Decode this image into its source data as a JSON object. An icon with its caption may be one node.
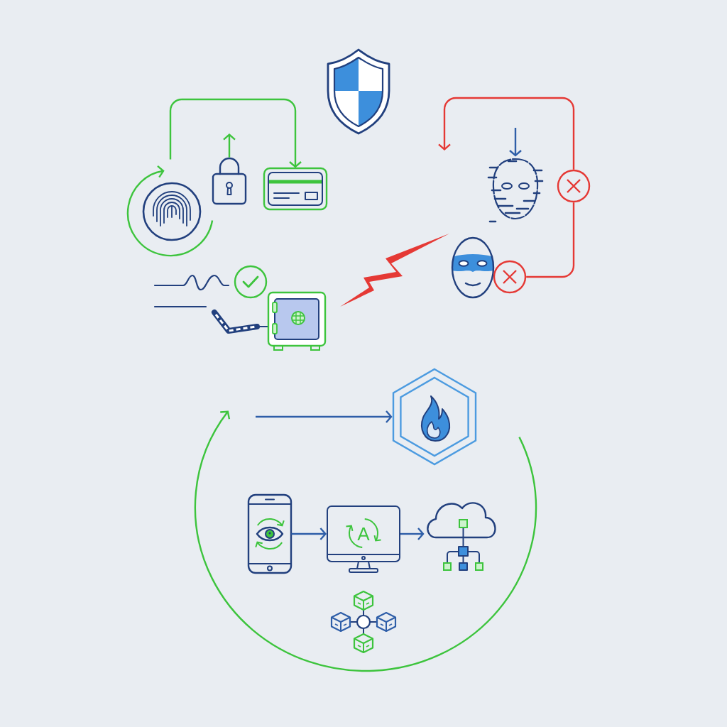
{
  "diagram": {
    "nodes": [
      {
        "text": [],
        "shape": "picture"
      },
      {
        "text": [],
        "shape": "picture"
      },
      {
        "text": [],
        "shape": "picture"
      },
      {
        "text": [],
        "shape": "picture"
      },
      {
        "text": [],
        "shape": "picture"
      },
      {
        "text": [],
        "shape": "circle"
      },
      {
        "text": [],
        "shape": "picture"
      },
      {
        "text": [],
        "shape": "circle"
      },
      {
        "text": [],
        "shape": "picture"
      },
      {
        "text": [],
        "shape": "picture"
      },
      {
        "text": [],
        "shape": "circle"
      },
      {
        "text": [],
        "shape": "picture"
      },
      {
        "text": [],
        "shape": "picture"
      },
      {
        "text": [
          "A"
        ]
      },
      {
        "text": [],
        "shape": "picture"
      },
      {
        "text": [],
        "shape": "picture"
      }
    ],
    "edges": [
      {
        "from": 1,
        "to": 3,
        "arrow": "to",
        "color": "#3dc43d"
      },
      {
        "from": 2,
        "to": null,
        "arrow": "to",
        "color": "#3dc43d"
      },
      {
        "from": 10,
        "to": 5,
        "arrow": "none",
        "color": "#e53935"
      },
      {
        "from": 5,
        "to": null,
        "arrow": "to",
        "color": "#e53935"
      },
      {
        "from": null,
        "to": 4,
        "arrow": "to"
      },
      {
        "from": null,
        "to": 11,
        "arrow": "to"
      },
      {
        "from": 12,
        "to": 13,
        "arrow": "to"
      },
      {
        "from": 13,
        "to": 14,
        "arrow": "to"
      }
    ]
  }
}
